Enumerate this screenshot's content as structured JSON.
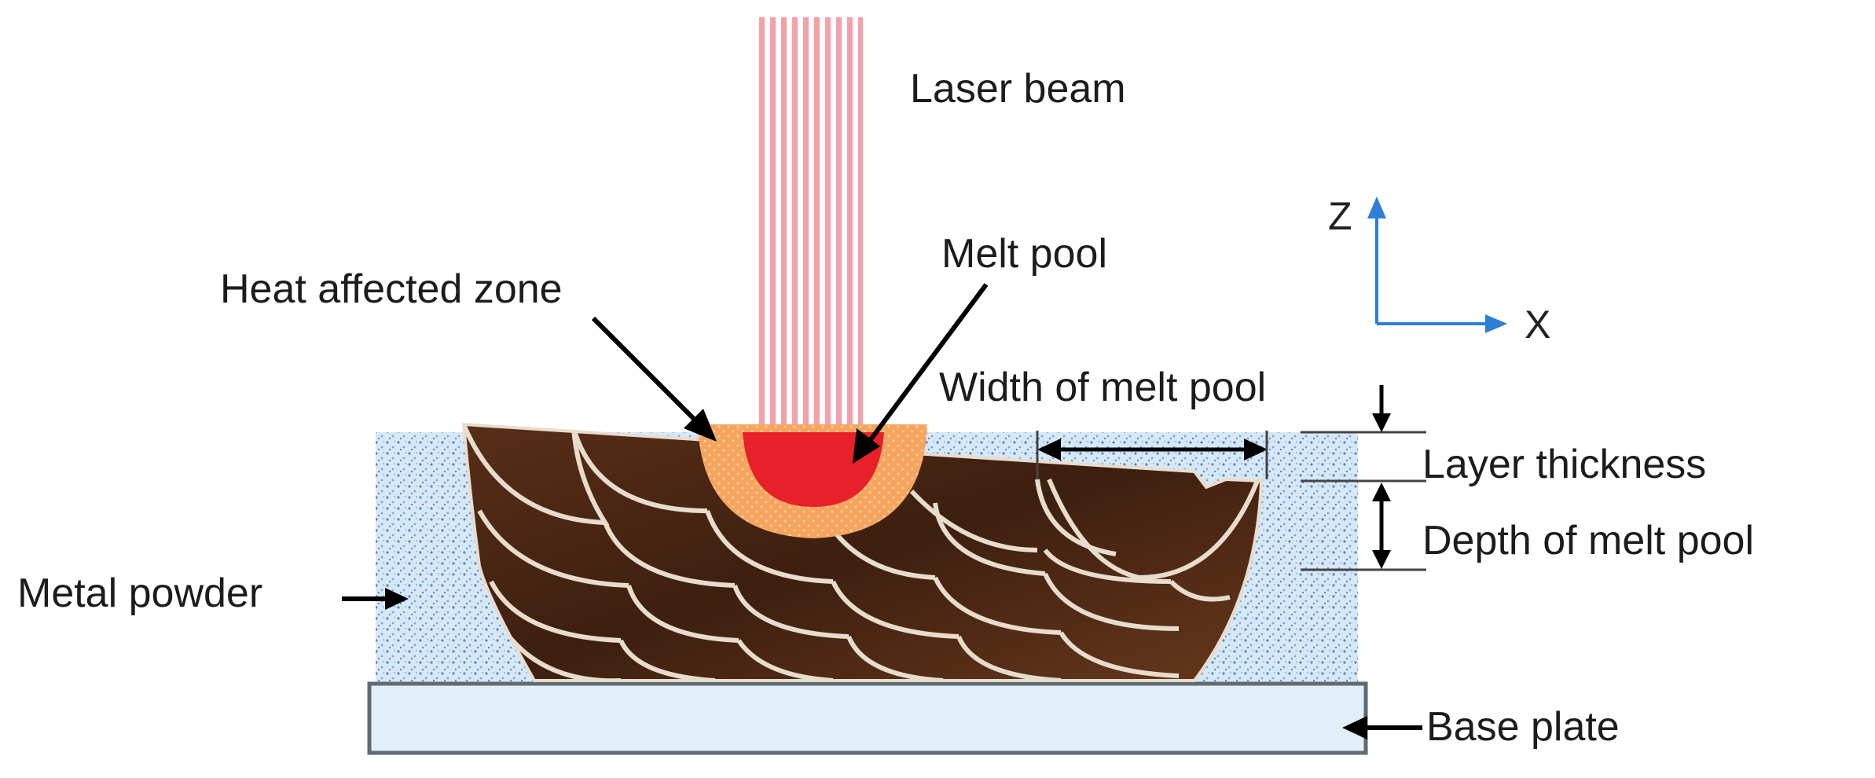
{
  "labels": {
    "laser_beam": "Laser beam",
    "melt_pool": "Melt pool",
    "heat_affected_zone": "Heat affected zone",
    "width_of_melt_pool": "Width of melt pool",
    "layer_thickness": "Layer thickness",
    "depth_of_melt_pool": "Depth of melt pool",
    "metal_powder": "Metal powder",
    "base_plate": "Base plate"
  },
  "axes": {
    "z": "Z",
    "x": "X"
  },
  "colors": {
    "laser": "#f4a0a8",
    "melt_pool": "#e8202a",
    "heat_zone": "#f6a15a",
    "metal": "#4a2714",
    "powder": "#cfe3f5",
    "base_plate": "#e2eef8",
    "axis": "#2f7ed8"
  }
}
